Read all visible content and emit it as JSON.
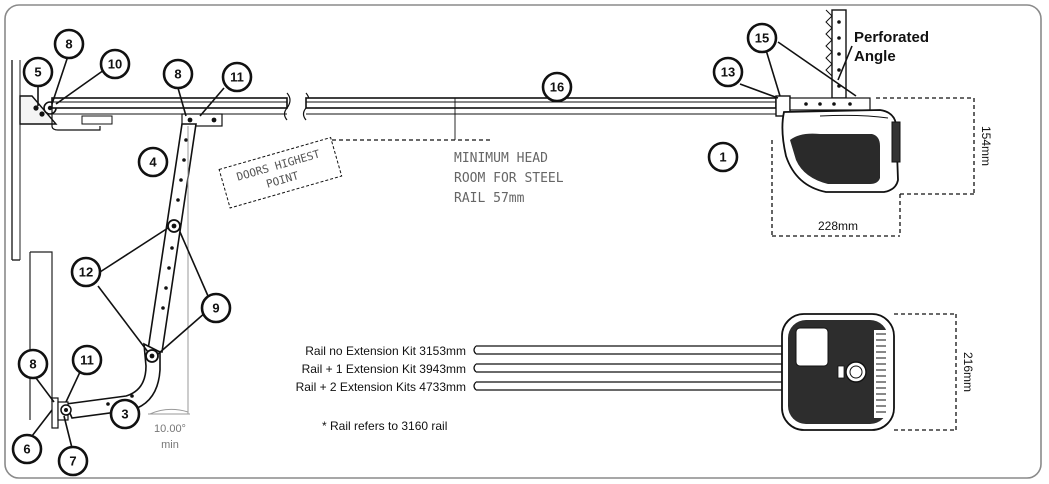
{
  "callouts": {
    "c1": "1",
    "c3": "3",
    "c4": "4",
    "c5": "5",
    "c6": "6",
    "c7": "7",
    "c8a": "8",
    "c8b": "8",
    "c8c": "8",
    "c9": "9",
    "c10": "10",
    "c11a": "11",
    "c11b": "11",
    "c12": "12",
    "c13": "13",
    "c15": "15",
    "c16": "16"
  },
  "labels": {
    "perforated_line1": "Perforated",
    "perforated_line2": "Angle",
    "doors_line1": "DOORS HIGHEST",
    "doors_line2": "POINT",
    "headroom_line1": "MINIMUM HEAD",
    "headroom_line2": "ROOM FOR STEEL",
    "headroom_line3": "RAIL 57mm",
    "dim_width_side": "228mm",
    "dim_height_side": "154mm",
    "dim_width_top": "216mm",
    "angle_value": "10.00°",
    "angle_min": "min",
    "rail_note": "* Rail refers to 3160 rail"
  },
  "rail_lengths": [
    "Rail no Extension Kit 3153mm",
    "Rail + 1 Extension Kit 3943mm",
    "Rail + 2 Extension Kits 4733mm"
  ]
}
